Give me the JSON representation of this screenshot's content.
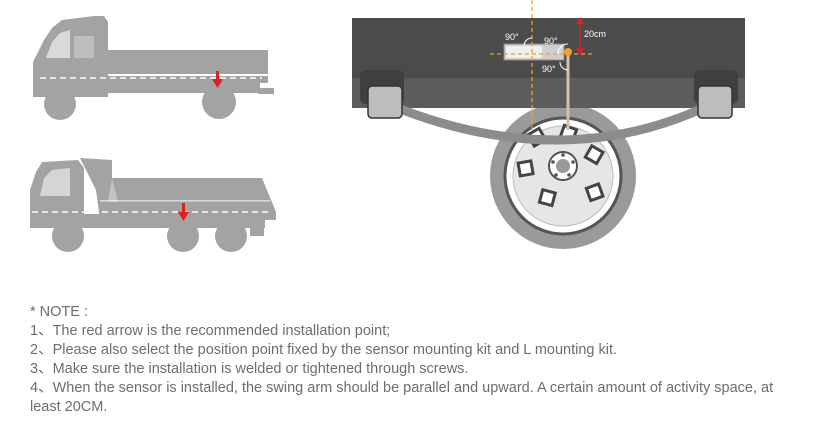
{
  "diagram": {
    "angle_labels": [
      "90°",
      "90°",
      "90°"
    ],
    "height_label": "20cm"
  },
  "note": {
    "title": "* NOTE :",
    "items": [
      "1、The red arrow is the recommended installation point;",
      "2、Please also select the position point fixed by the sensor mounting kit and L mounting kit.",
      "3、Make sure the installation is welded or tightened through screws.",
      "4、When the sensor is installed, the swing arm should be parallel and upward. A certain amount of activity space, at least 20CM."
    ]
  },
  "colors": {
    "truck_gray": "#a3a3a3",
    "axle_dark": "#4b4b4b",
    "arrow_red": "#e0201f",
    "guide_orange": "#f4a024",
    "tire_gray": "#9a9a9a"
  }
}
